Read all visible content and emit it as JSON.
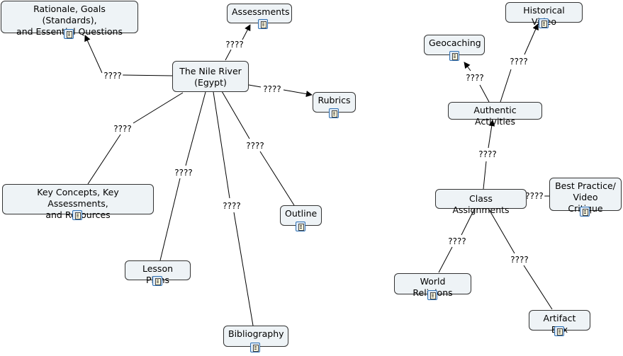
{
  "link_label": "????",
  "nodes": {
    "nile": "The Nile River\n(Egypt)",
    "rationale": "Rationale, Goals (Standards),\nand Essential Questions",
    "assessments": "Assessments",
    "rubrics": "Rubrics",
    "key_concepts": "Key Concepts, Key Assessments,\nand Resources",
    "outline": "Outline",
    "lesson_plans": "Lesson Plans",
    "bibliography": "Bibliography",
    "historical_video": "Historical Video",
    "geocaching": "Geocaching",
    "authentic_activities": "Authentic Activities",
    "class_assignments": "Class Assignments",
    "best_practice": "Best Practice/\nVideo Critique",
    "world_religions": "World Religions",
    "artifact_box": "Artifact Box"
  }
}
